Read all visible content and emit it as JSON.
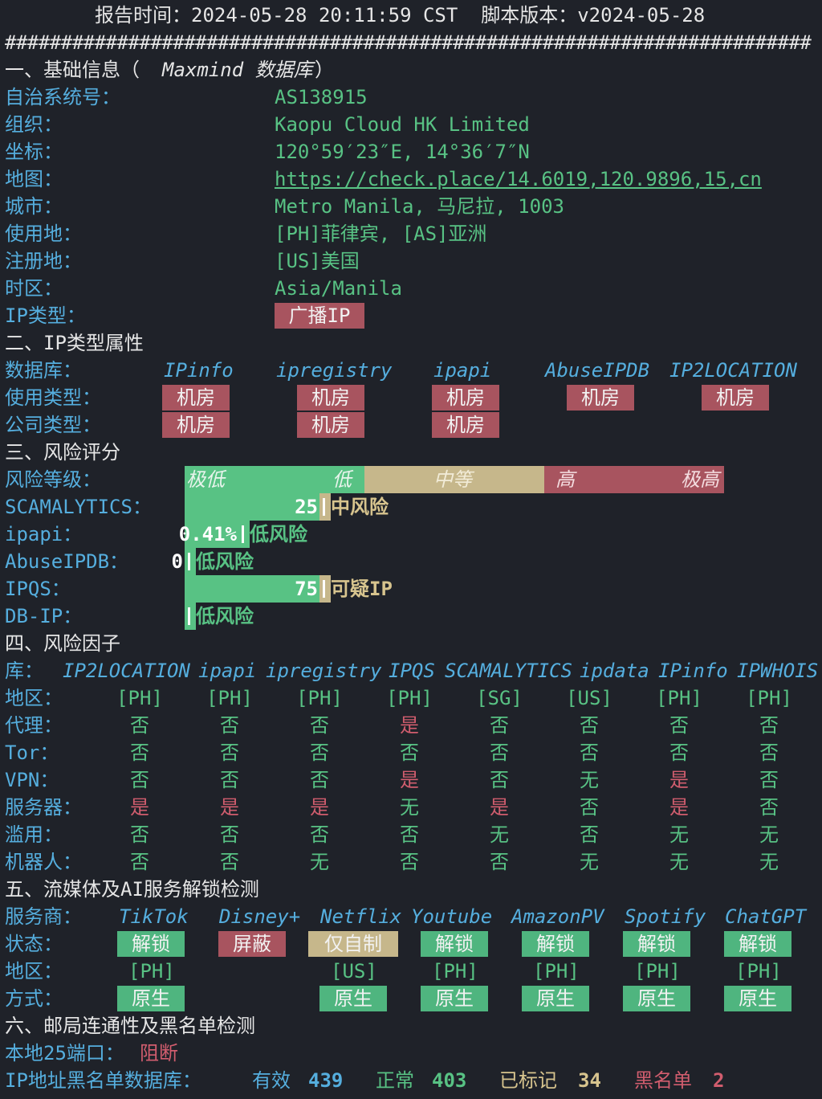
{
  "header": {
    "report_time": "报告时间：2024-05-28 20:11:59 CST  脚本版本：v2024-05-28",
    "hash_line": "########################################################################"
  },
  "basic": {
    "title_prefix": "一、基础信息（",
    "title_db": "Maxmind 数据库",
    "title_suffix": "）",
    "asn_label": "自治系统号：",
    "asn": "AS138915",
    "org_label": "组织：",
    "org": "Kaopu Cloud HK Limited",
    "coord_label": "坐标：",
    "coord": "120°59′23″E, 14°36′7″N",
    "map_label": "地图：",
    "map_url": "https://check.place/14.6019,120.9896,15,cn",
    "city_label": "城市：",
    "city": "Metro Manila, 马尼拉, 1003",
    "usage_label": "使用地：",
    "usage": "[PH]菲律宾, [AS]亚洲",
    "reg_label": "注册地：",
    "reg": "[US]美国",
    "tz_label": "时区：",
    "tz": "Asia/Manila",
    "iptype_label": "IP类型：",
    "iptype": "广播IP"
  },
  "iptype": {
    "title": "二、IP类型属性",
    "db_label": "数据库：",
    "dbs": [
      "IPinfo",
      "ipregistry",
      "ipapi",
      "AbuseIPDB",
      "IP2LOCATION"
    ],
    "use_label": "使用类型：",
    "use": [
      "机房",
      "机房",
      "机房",
      "机房",
      "机房"
    ],
    "company_label": "公司类型：",
    "company": [
      "机房",
      "机房",
      "机房"
    ]
  },
  "risk": {
    "title": "三、风险评分",
    "level_label": "风险等级：",
    "scale": [
      "极低",
      "低",
      "中等",
      "高",
      "极高"
    ],
    "rows": [
      {
        "label": "SCAMALYTICS：",
        "value": "25",
        "fraction": 0.25,
        "verdict": "中风险",
        "color": "#d7c48e"
      },
      {
        "label": "ipapi：",
        "value": "0.41%",
        "fraction": 0.1,
        "verdict": "低风险",
        "color": "#58c284"
      },
      {
        "label": "AbuseIPDB：",
        "value": "0",
        "fraction": 0,
        "verdict": "低风险",
        "color": "#58c284"
      },
      {
        "label": "IPQS：",
        "value": "75",
        "fraction": 0.25,
        "verdict": "可疑IP",
        "color": "#d7c48e"
      },
      {
        "label": "DB-IP：",
        "value": "",
        "fraction": 0,
        "verdict": "低风险",
        "color": "#58c284"
      }
    ]
  },
  "factors": {
    "title": "四、风险因子",
    "lib_label": "库：",
    "libs": [
      "IP2LOCATION",
      "ipapi",
      "ipregistry",
      "IPQS",
      "SCAMALYTICS",
      "ipdata",
      "IPinfo",
      "IPWHOIS"
    ],
    "rows": [
      {
        "label": "地区：",
        "values": [
          "[PH]",
          "[PH]",
          "[PH]",
          "[PH]",
          "[SG]",
          "[US]",
          "[PH]",
          "[PH]"
        ]
      },
      {
        "label": "代理：",
        "values": [
          "否",
          "否",
          "否",
          "是",
          "否",
          "否",
          "否",
          "否"
        ]
      },
      {
        "label": "Tor：",
        "values": [
          "否",
          "否",
          "否",
          "否",
          "否",
          "否",
          "否",
          "否"
        ]
      },
      {
        "label": "VPN：",
        "values": [
          "否",
          "否",
          "否",
          "是",
          "否",
          "无",
          "是",
          "否"
        ]
      },
      {
        "label": "服务器：",
        "values": [
          "是",
          "是",
          "是",
          "无",
          "是",
          "否",
          "是",
          "否"
        ]
      },
      {
        "label": "滥用：",
        "values": [
          "否",
          "否",
          "否",
          "否",
          "无",
          "否",
          "无",
          "无"
        ]
      },
      {
        "label": "机器人：",
        "values": [
          "否",
          "否",
          "无",
          "否",
          "否",
          "无",
          "无",
          "无"
        ]
      }
    ]
  },
  "media": {
    "title": "五、流媒体及AI服务解锁检测",
    "provider_label": "服务商：",
    "providers": [
      "TikTok",
      "Disney+",
      "Netflix",
      "Youtube",
      "AmazonPV",
      "Spotify",
      "ChatGPT"
    ],
    "status_label": "状态：",
    "status": [
      "解锁",
      "屏蔽",
      "仅自制",
      "解锁",
      "解锁",
      "解锁",
      "解锁"
    ],
    "region_label": "地区：",
    "region": [
      "[PH]",
      "",
      "[US]",
      "[PH]",
      "[PH]",
      "[PH]",
      "[PH]"
    ],
    "mode_label": "方式：",
    "mode": [
      "原生",
      "",
      "原生",
      "原生",
      "原生",
      "原生",
      "原生"
    ]
  },
  "mail": {
    "title": "六、邮局连通性及黑名单检测",
    "port_label": "本地25端口：",
    "port_status": "阻断",
    "bl_label": "IP地址黑名单数据库：",
    "valid_label": "有效",
    "valid": "439",
    "normal_label": "正常",
    "normal": "403",
    "marked_label": "已标记",
    "marked": "34",
    "black_label": "黑名单",
    "black": "2"
  },
  "colors": {
    "background": "#1f2229",
    "green": "#58c284",
    "red": "#d15d6e",
    "tan": "#d7c48e",
    "blue": "#55aede"
  }
}
